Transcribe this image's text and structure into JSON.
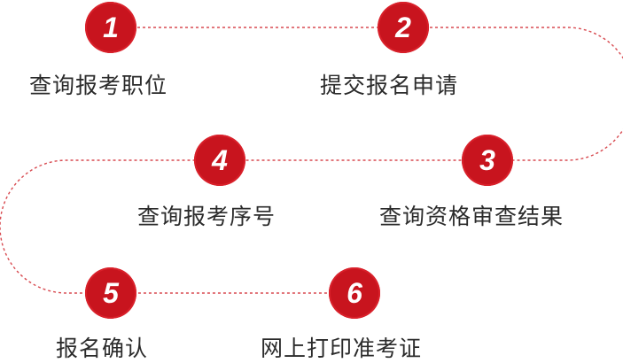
{
  "colors": {
    "accent": "#c8141e",
    "dash": "#d84a50",
    "text": "#2b2b2b"
  },
  "steps": [
    {
      "number": "1",
      "label": "查询报考职位"
    },
    {
      "number": "2",
      "label": "提交报名申请"
    },
    {
      "number": "3",
      "label": "查询资格审查结果"
    },
    {
      "number": "4",
      "label": "查询报考序号"
    },
    {
      "number": "5",
      "label": "报名确认"
    },
    {
      "number": "6",
      "label": "网上打印准考证"
    }
  ]
}
